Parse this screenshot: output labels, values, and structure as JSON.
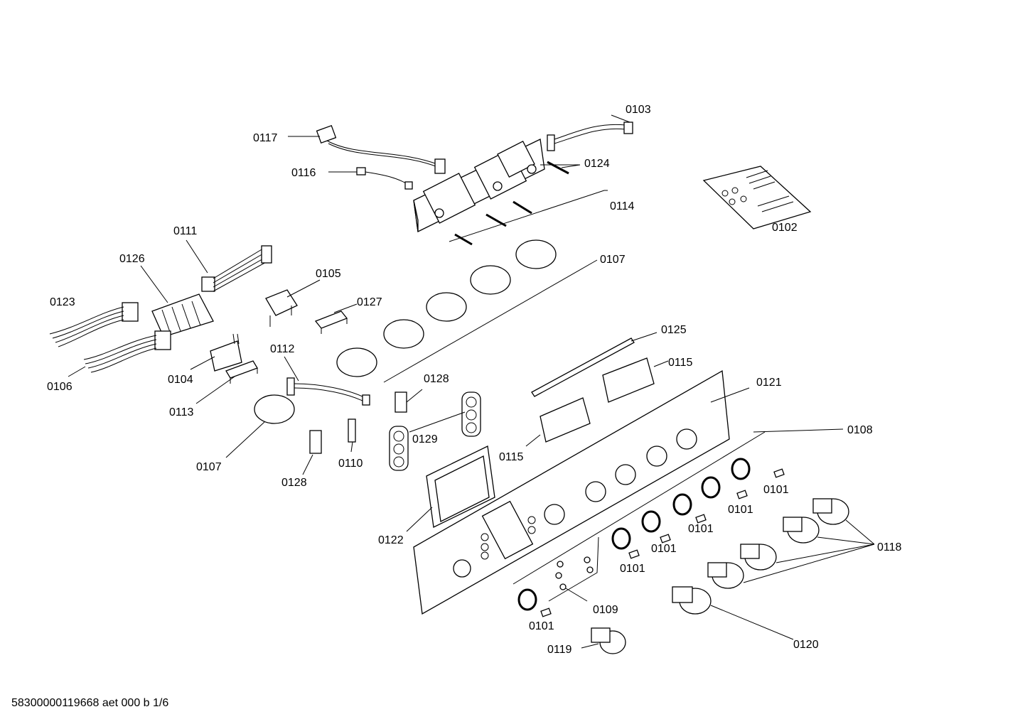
{
  "callouts": {
    "c0103": "0103",
    "c0117": "0117",
    "c0116": "0116",
    "c0124": "0124",
    "c0114": "0114",
    "c0102": "0102",
    "c0111": "0111",
    "c0126": "0126",
    "c0105": "0105",
    "c0107a": "0107",
    "c0123": "0123",
    "c0127": "0127",
    "c0125": "0125",
    "c0106": "0106",
    "c0104": "0104",
    "c0112": "0112",
    "c0115a": "0115",
    "c0128a": "0128",
    "c0121": "0121",
    "c0113": "0113",
    "c0129": "0129",
    "c0108": "0108",
    "c0115b": "0115",
    "c0107b": "0107",
    "c0110": "0110",
    "c0128b": "0128",
    "c0101a": "0101",
    "c0101b": "0101",
    "c0101c": "0101",
    "c0122": "0122",
    "c0101d": "0101",
    "c0118": "0118",
    "c0101e": "0101",
    "c0109": "0109",
    "c0101f": "0101",
    "c0120": "0120",
    "c0119": "0119"
  },
  "footer": "58300000119668 aet 000 b 1/6"
}
